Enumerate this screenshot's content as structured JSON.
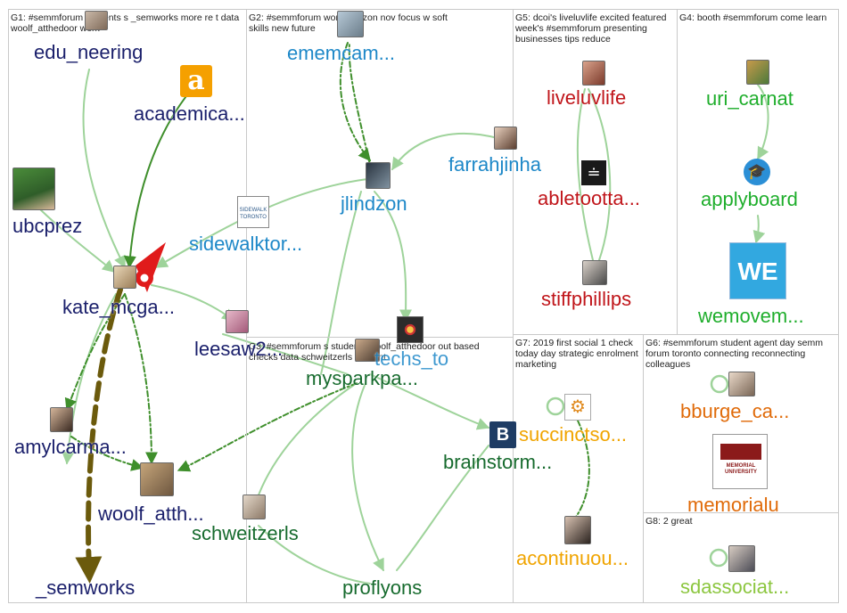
{
  "groups": [
    {
      "id": "G1",
      "label": "G1: #semmforum students s _semworks more re t data woolf_atthedoor work"
    },
    {
      "id": "G2",
      "label": "G2: #semmforum work jlindzon nov focus w soft skills new future"
    },
    {
      "id": "G5",
      "label": "G5: dcoi's liveluvlife excited featured week's #semmforum presenting businesses tips reduce"
    },
    {
      "id": "G4",
      "label": "G4: booth #semmforum come learn"
    },
    {
      "id": "G3",
      "label": "G3: #semmforum s students woolf_atthedoor out based checks data schweitzerls present"
    },
    {
      "id": "G7",
      "label": "G7: 2019 first social 1 check today day strategic enrolment marketing"
    },
    {
      "id": "G6",
      "label": "G6: #semmforum student agent day semm forum toronto connecting reconnecting colleagues"
    },
    {
      "id": "G8",
      "label": "G8: 2 great"
    }
  ],
  "nodes": [
    {
      "id": "edu_neering",
      "label": "edu_neering",
      "color": "#1a1f6b",
      "icon": "avatar"
    },
    {
      "id": "academica",
      "label": "academica...",
      "color": "#1a1f6b",
      "icon": "academica-logo"
    },
    {
      "id": "ubcprez",
      "label": "ubcprez",
      "color": "#1a1f6b",
      "icon": "avatar"
    },
    {
      "id": "kate_mcga",
      "label": "kate_mcga...",
      "color": "#1a1f6b",
      "icon": "avatar"
    },
    {
      "id": "leesaw",
      "label": "leesaw2...",
      "color": "#1a1f6b",
      "icon": "avatar"
    },
    {
      "id": "amylcarma",
      "label": "amylcarma...",
      "color": "#1a1f6b",
      "icon": "avatar"
    },
    {
      "id": "woolf_atth",
      "label": "woolf_atth...",
      "color": "#1a1f6b",
      "icon": "avatar"
    },
    {
      "id": "_semworks",
      "label": "_semworks",
      "color": "#1a1f6b",
      "icon": "none"
    },
    {
      "id": "ememcam",
      "label": "ememcam...",
      "color": "#1e88c8",
      "icon": "avatar"
    },
    {
      "id": "jlindzon",
      "label": "jlindzon",
      "color": "#1e88c8",
      "icon": "avatar"
    },
    {
      "id": "farrahjinha",
      "label": "farrahjinha",
      "color": "#1e88c8",
      "icon": "avatar"
    },
    {
      "id": "sidewalktor",
      "label": "sidewalktor...",
      "color": "#1e88c8",
      "icon": "sidewalk-logo"
    },
    {
      "id": "techs_to",
      "label": "techs_to",
      "color": "#1e88c8",
      "icon": "network-logo"
    },
    {
      "id": "liveluvlife",
      "label": "liveluvlife",
      "color": "#c0151a",
      "icon": "avatar"
    },
    {
      "id": "abletootta",
      "label": "abletootta...",
      "color": "#c0151a",
      "icon": "bag-icon"
    },
    {
      "id": "stiffphillips",
      "label": "stiffphillips",
      "color": "#c0151a",
      "icon": "avatar"
    },
    {
      "id": "uri_carnat",
      "label": "uri_carnat",
      "color": "#1fae2c",
      "icon": "avatar"
    },
    {
      "id": "applyboard",
      "label": "applyboard",
      "color": "#1fae2c",
      "icon": "graduation-cap-icon"
    },
    {
      "id": "wemovem",
      "label": "wemovem...",
      "color": "#1fae2c",
      "icon": "we-logo"
    },
    {
      "id": "mysparkpa",
      "label": "mysparkpa...",
      "color": "#176b2e",
      "icon": "avatar"
    },
    {
      "id": "brainstorm",
      "label": "brainstorm...",
      "color": "#176b2e",
      "icon": "b-logo"
    },
    {
      "id": "schweitzerls",
      "label": "schweitzerls",
      "color": "#176b2e",
      "icon": "avatar"
    },
    {
      "id": "proflyons",
      "label": "proflyons",
      "color": "#176b2e",
      "icon": "none"
    },
    {
      "id": "succinctso",
      "label": "succinctso...",
      "color": "#f0a400",
      "icon": "gear-logo"
    },
    {
      "id": "acontinuou",
      "label": "acontinuou...",
      "color": "#f0a400",
      "icon": "avatar"
    },
    {
      "id": "bburge_ca",
      "label": "bburge_ca...",
      "color": "#e06b0a",
      "icon": "avatar"
    },
    {
      "id": "memorialu",
      "label": "memorialu",
      "color": "#e06b0a",
      "icon": "memorial-logo"
    },
    {
      "id": "sdassociat",
      "label": "sdassociat...",
      "color": "#8cc63f",
      "icon": "avatar"
    }
  ],
  "colors": {
    "edge": "#9ed39a",
    "edge_dark": "#3f8f2c",
    "edge_heavy": "#6b5a0c",
    "marker": "#e01b1b"
  }
}
